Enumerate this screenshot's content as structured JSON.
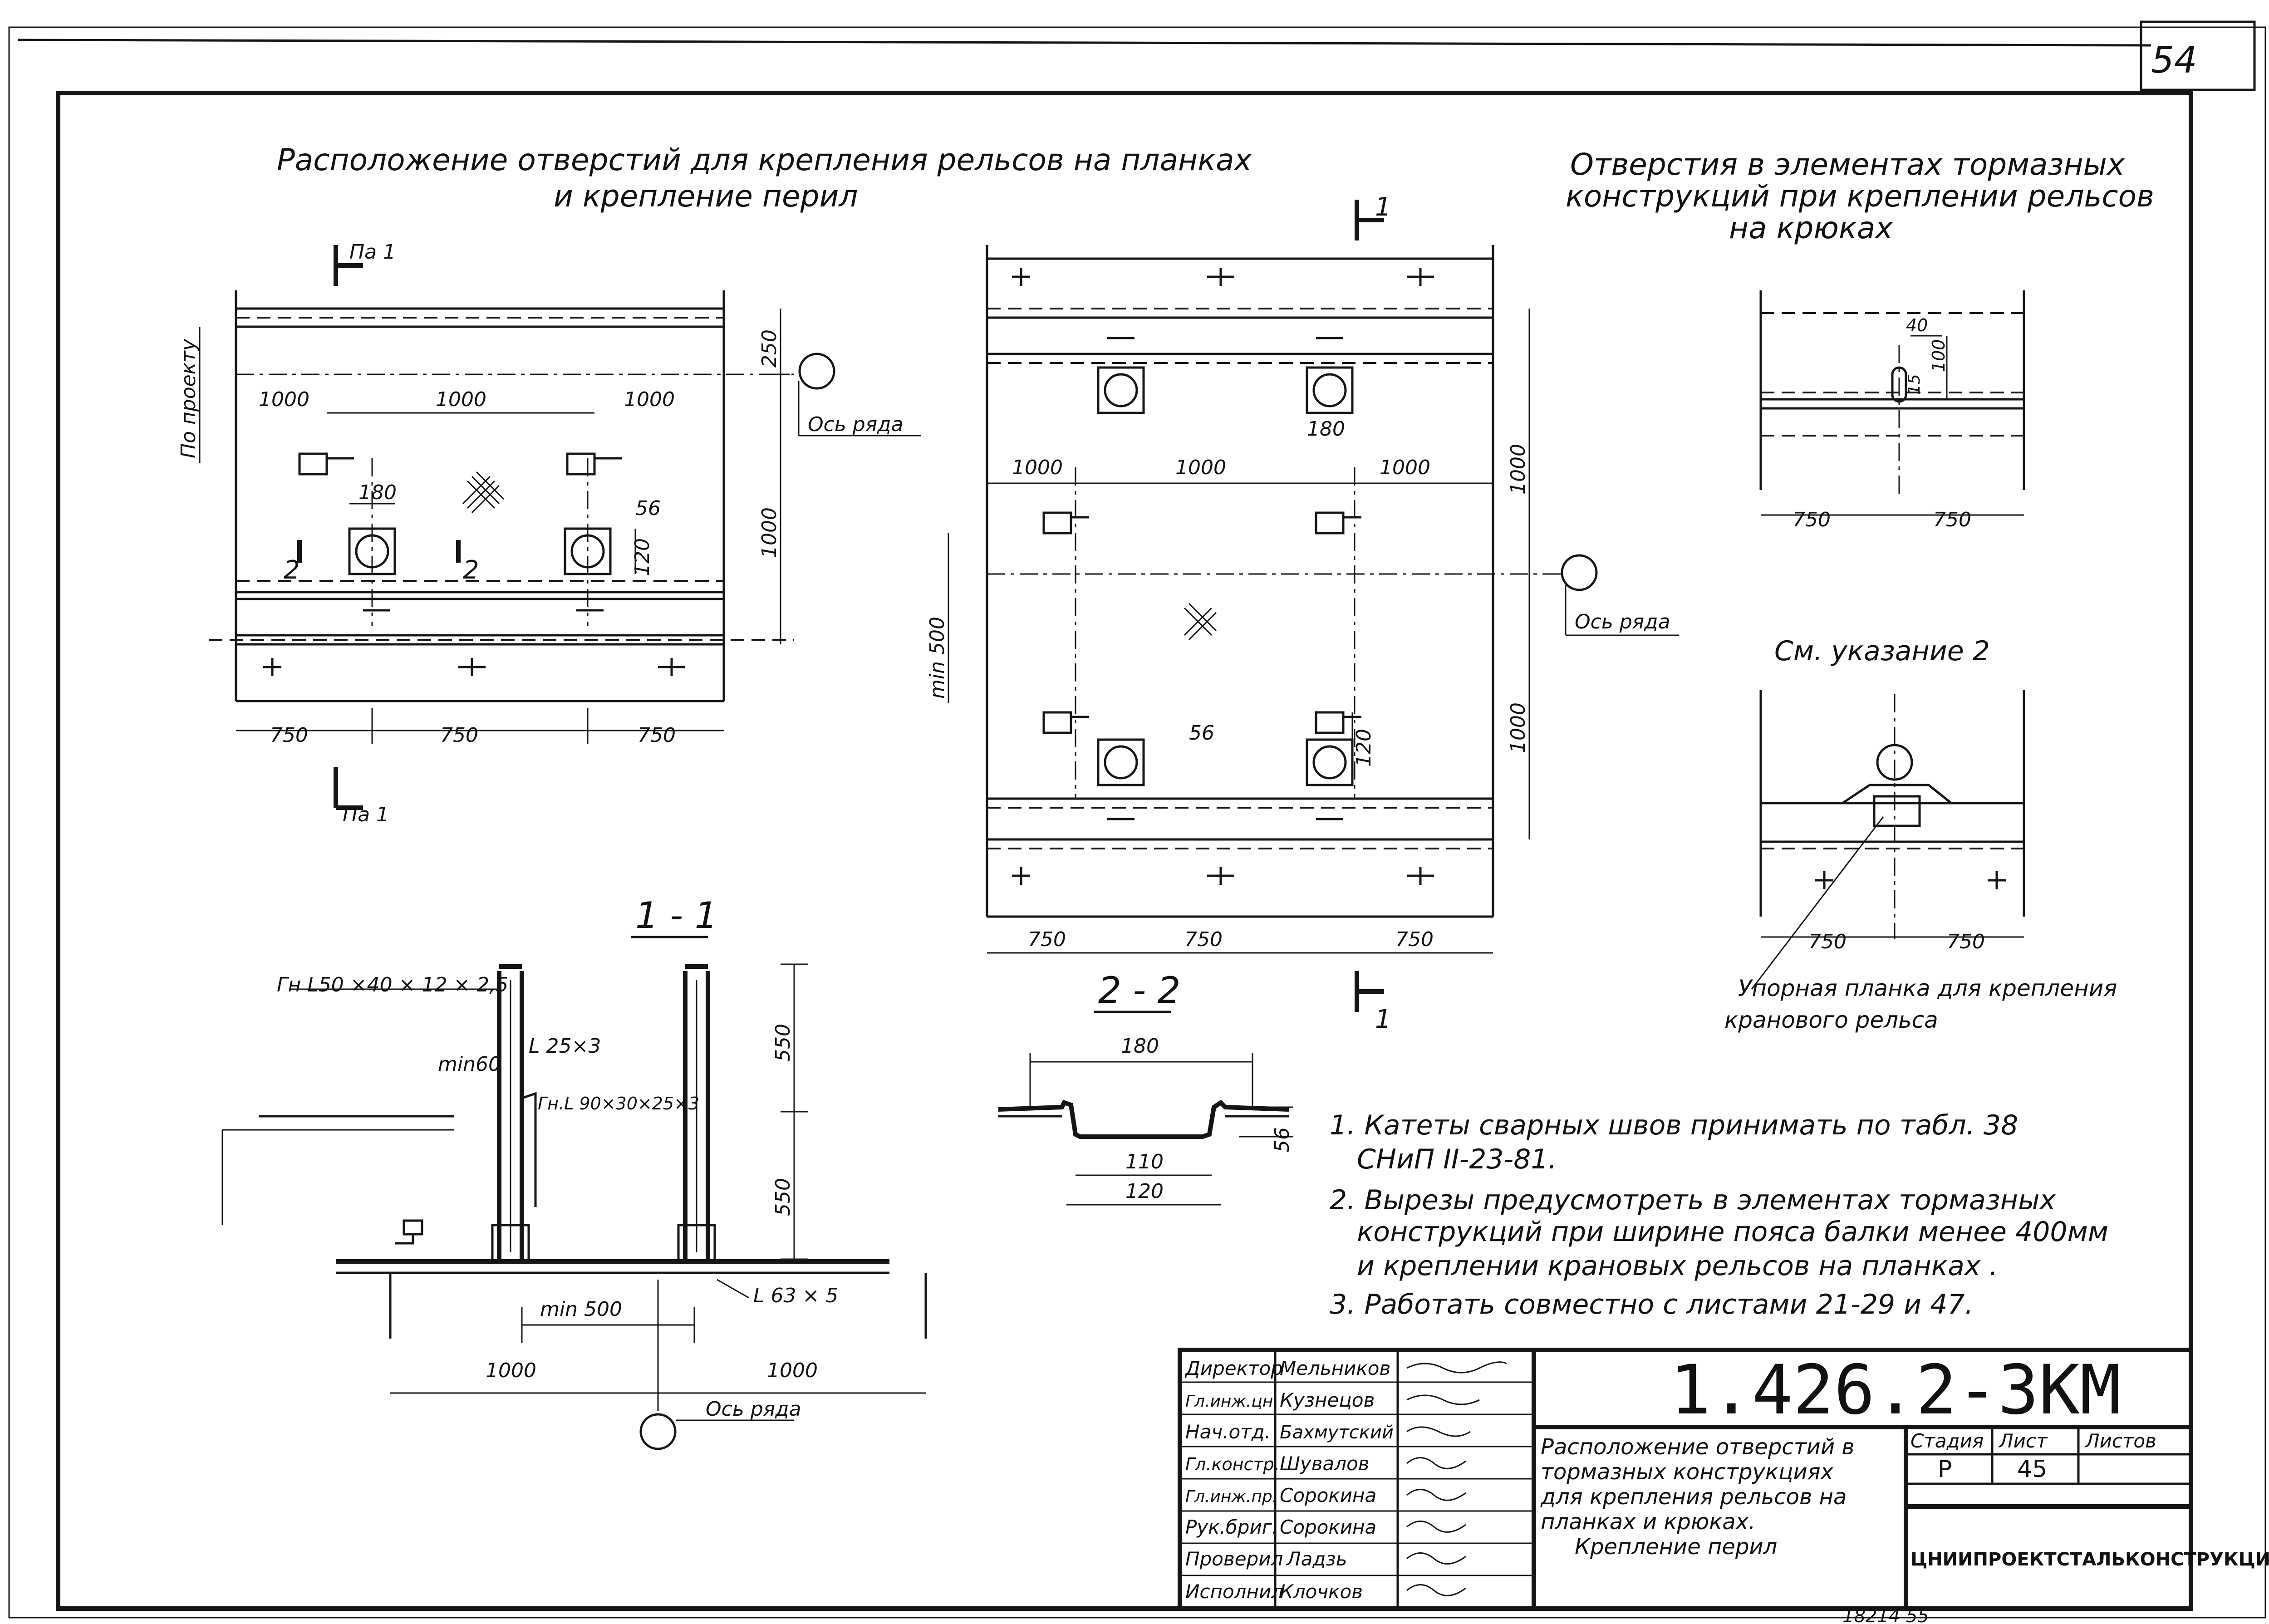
{
  "sheet_no_corner": "54",
  "titles": {
    "left_line1": "Расположение  отверстий для крепления рельсов на планках",
    "left_line2": "и крепление  перил",
    "right_line1": "Отверстия в элементах тормазных",
    "right_line2": "конструкций при креплении  рельсов",
    "right_line3": "на крюках"
  },
  "labels": {
    "cut_pa1_top": "Па 1",
    "cut_pa1_bottom": "Па 1",
    "cut_1_top": "1",
    "cut_1_bottom": "1",
    "cut_2_left": "2",
    "cut_2_right": "2",
    "by_project": "По проекту",
    "axis_row_1": "Ось ряда",
    "axis_row_2": "Ось ряда",
    "axis_row_3": "Ось ряда",
    "see_note_2": "См. указание  2",
    "stop_plate_1": "Упорная планка для крепления",
    "stop_plate_2": "кранового рельса",
    "section_1_1": "1 - 1",
    "section_2_2": "2 - 2",
    "gn_angle_top": "Гн L50 ×40 × 12 × 2,5",
    "angle_25": "L 25×3",
    "gn_angle_90": "Гн.L 90×30×25×3",
    "angle_63": "L 63 × 5",
    "min60": "min60",
    "min500_a": "min 500",
    "min500_b": "min 500"
  },
  "dims": {
    "d1000": "1000",
    "d750": "750",
    "d250": "250",
    "d180": "180",
    "d120": "120",
    "d110": "110",
    "d56": "56",
    "d40": "40",
    "d100": "100",
    "d15": "15",
    "d550": "550"
  },
  "notes": [
    "1.  Катеты  сварных  швов  принимать  по  табл. 38",
    "СНиП II-23-81.",
    "2.  Вырезы  предусмотреть  в  элементах    тормазных",
    "конструкций  при  ширине  пояса  балки  менее  400мм",
    "и креплении  крановых  рельсов  на  планках .",
    "3.  Работать   совместно  с   листами  21-29  и  47."
  ],
  "title_block": {
    "roles": [
      "Директор",
      "Гл.инж.цн.",
      "Нач.отд.",
      "Гл.констр.",
      "Гл.инж.пр.",
      "Рук.бриг.",
      "Проверил",
      "Исполнил"
    ],
    "names": [
      "Мельников",
      "Кузнецов",
      "Бахмутский",
      "Шувалов",
      "Сорокина",
      "Сорокина",
      "Ладзь",
      "Клочков"
    ],
    "code": "1.426.2-3КМ",
    "desc": [
      "Расположение  отверстий в",
      "тормазных  конструкциях",
      "для крепления  рельсов на",
      "планках  и  крюках.",
      "Крепление  перил"
    ],
    "stage_label": "Стадия",
    "sheet_label": "Лист",
    "sheets_label": "Листов",
    "stage": "Р",
    "sheet": "45",
    "org": "ЦНИИПРОЕКТСТАЛЬКОНСТРУКЦИЯ",
    "footer": "18214    55"
  }
}
